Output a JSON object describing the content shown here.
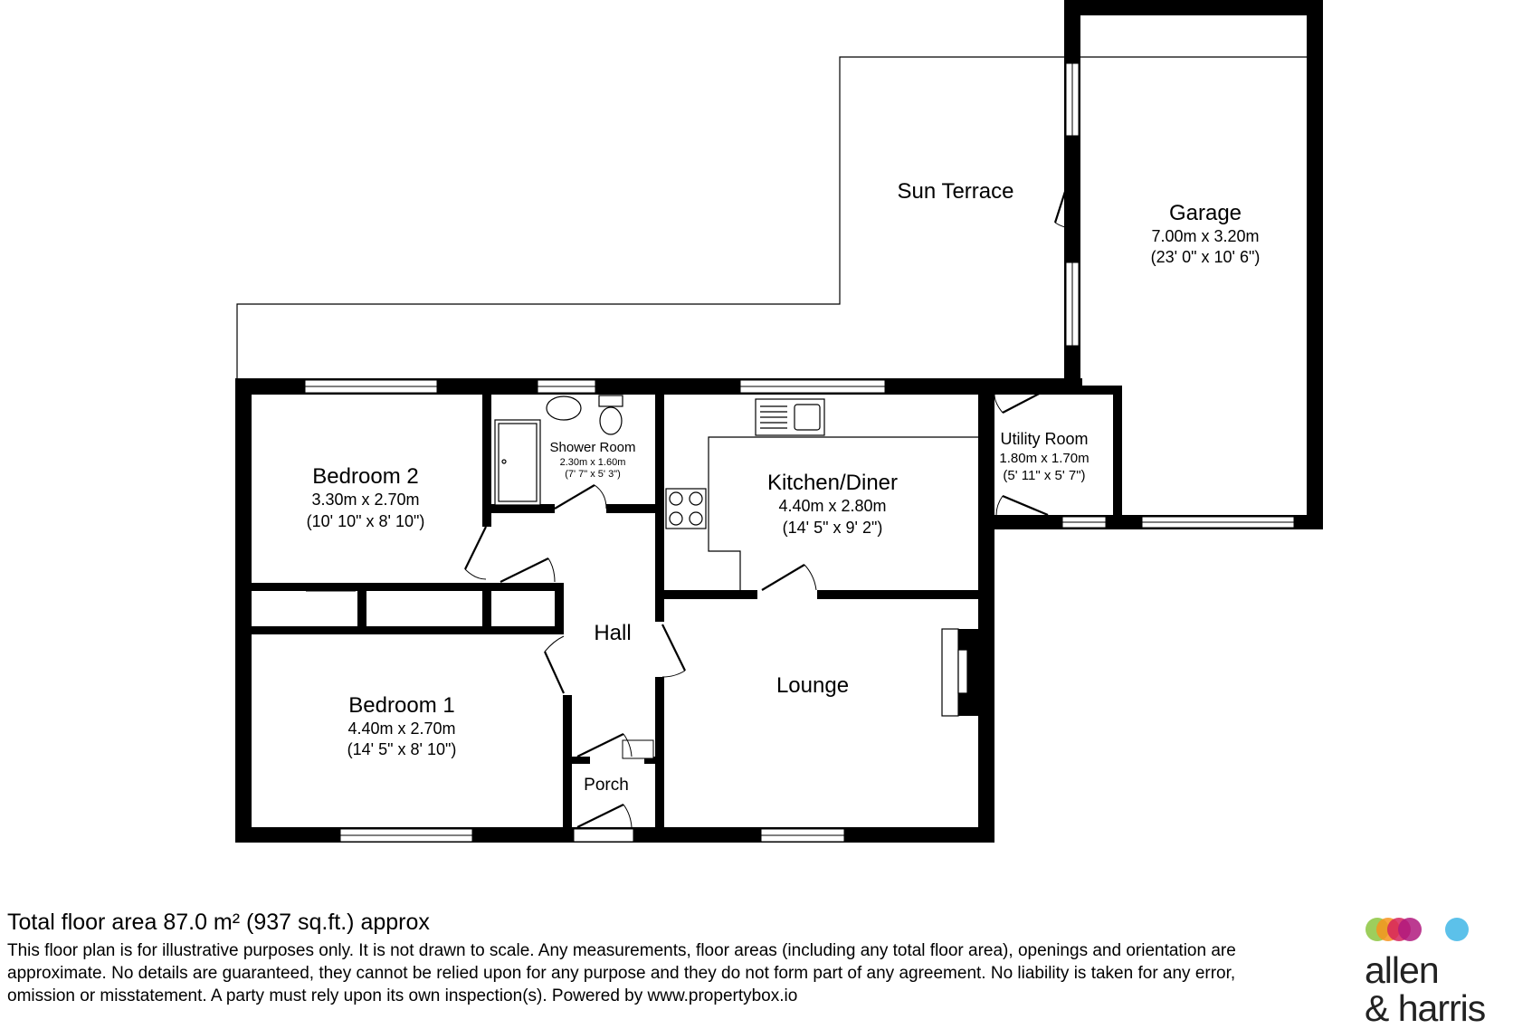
{
  "rooms": {
    "sun_terrace": {
      "name": "Sun Terrace"
    },
    "garage": {
      "name": "Garage",
      "metric": "7.00m x 3.20m",
      "imperial": "(23' 0\" x 10' 6\")"
    },
    "bedroom2": {
      "name": "Bedroom 2",
      "metric": "3.30m x 2.70m",
      "imperial": "(10' 10\" x 8' 10\")"
    },
    "shower_room": {
      "name": "Shower Room",
      "metric": "2.30m x 1.60m",
      "imperial": "(7' 7\" x 5' 3\")"
    },
    "kitchen": {
      "name": "Kitchen/Diner",
      "metric": "4.40m x 2.80m",
      "imperial": "(14' 5\" x 9' 2\")"
    },
    "utility": {
      "name": "Utility Room",
      "metric": "1.80m x 1.70m",
      "imperial": "(5' 11\" x 5' 7\")"
    },
    "hall": {
      "name": "Hall"
    },
    "lounge": {
      "name": "Lounge"
    },
    "bedroom1": {
      "name": "Bedroom 1",
      "metric": "4.40m x 2.70m",
      "imperial": "(14' 5\" x 8' 10\")"
    },
    "porch": {
      "name": "Porch"
    }
  },
  "footer": {
    "total_area": "Total floor area 87.0 m² (937 sq.ft.) approx",
    "disclaimer": "This floor plan is for illustrative purposes only. It is not drawn to scale. Any measurements, floor areas (including any total floor area), openings and orientation are approximate. No details are guaranteed, they cannot be relied upon for any purpose and they do not form part of any agreement. No liability is taken for any error, omission or misstatement. A party must rely upon its own inspection(s). Powered by www.propertybox.io"
  },
  "logo": {
    "line1": "allen",
    "line2": "& harris",
    "dot_colors": [
      "#8cc63f",
      "#f7941d",
      "#d6235c",
      "#b0197e",
      "#3fb6e6"
    ]
  },
  "colors": {
    "wall": "#000000",
    "window_fill": "#ffffff"
  }
}
